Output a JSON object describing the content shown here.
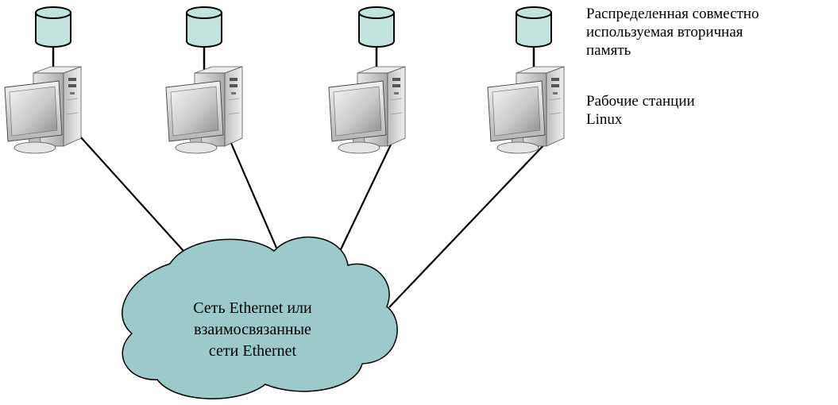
{
  "legend": {
    "storage_lines": [
      "Распределенная совместно",
      "используемая вторичная",
      "память"
    ],
    "workstation_lines": [
      "Рабочие станции",
      "Linux"
    ]
  },
  "network": {
    "label_lines": [
      "Сеть Ethernet или",
      "взаимосвязанные",
      "сети Ethernet"
    ]
  },
  "nodes": [
    {
      "id": "node-1",
      "storage_icon": "database-cylinder-icon",
      "computer_icon": "desktop-computer-icon"
    },
    {
      "id": "node-2",
      "storage_icon": "database-cylinder-icon",
      "computer_icon": "desktop-computer-icon"
    },
    {
      "id": "node-3",
      "storage_icon": "database-cylinder-icon",
      "computer_icon": "desktop-computer-icon"
    },
    {
      "id": "node-4",
      "storage_icon": "database-cylinder-icon",
      "computer_icon": "desktop-computer-icon"
    }
  ],
  "colors": {
    "disk_fill": "#c2e4de",
    "cloud_fill": "#9ccaca",
    "line": "#000000",
    "monitor_screen": "#d8d8d8",
    "case_body": "#dcdcdc"
  }
}
